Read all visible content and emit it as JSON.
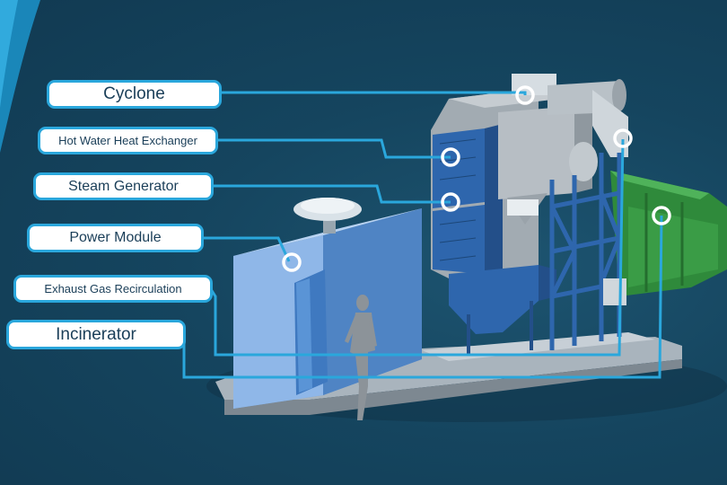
{
  "diagram": {
    "background_color": "#143f57",
    "accent_color": "#2aa7dc",
    "labels": [
      {
        "id": "cyclone",
        "text": "Cyclone"
      },
      {
        "id": "hot_water",
        "text": "Hot Water Heat Exchanger"
      },
      {
        "id": "steam",
        "text": "Steam Generator"
      },
      {
        "id": "power",
        "text": "Power Module"
      },
      {
        "id": "exhaust",
        "text": "Exhaust Gas Recirculation"
      },
      {
        "id": "incinerator",
        "text": "Incinerator"
      }
    ]
  }
}
